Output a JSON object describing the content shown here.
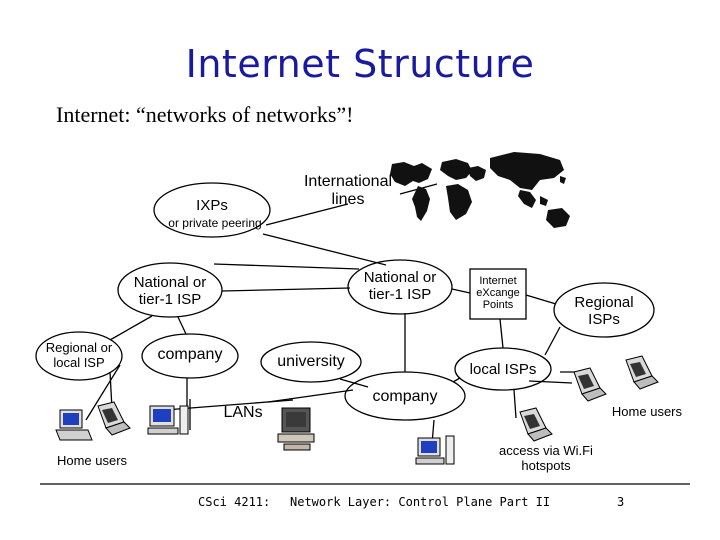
{
  "slide": {
    "title": "Internet Structure",
    "subtitle": "Internet: “networks of networks”!"
  },
  "nodes": {
    "ixps": "IXPs",
    "private_peering": "or private peering",
    "international_lines": "International lines",
    "national_isp_left": "National or tier-1 ISP",
    "national_isp_right": "National or tier-1 ISP",
    "internet_exchange": "Internet eXcange Points",
    "regional_isps": "Regional ISPs",
    "regional_local_isp": "Regional or local ISP",
    "company_left": "company",
    "university": "university",
    "local_isps": "local ISPs",
    "company_right": "company",
    "lans": "LANs",
    "home_users_right": "Home users",
    "home_users_left": "Home users",
    "wifi_access": "access via Wi.Fi hotspots"
  },
  "footer": {
    "course": "CSci 4211:",
    "topic": "Network Layer: Control Plane Part II",
    "page": "3"
  },
  "colors": {
    "title": "#1a1a9e",
    "lines": "#000000",
    "background": "#ffffff"
  },
  "icons": [
    "world-map-icon",
    "laptop-icon",
    "desktop-computer-icon",
    "workstation-icon",
    "wifi-laptop-icon"
  ]
}
